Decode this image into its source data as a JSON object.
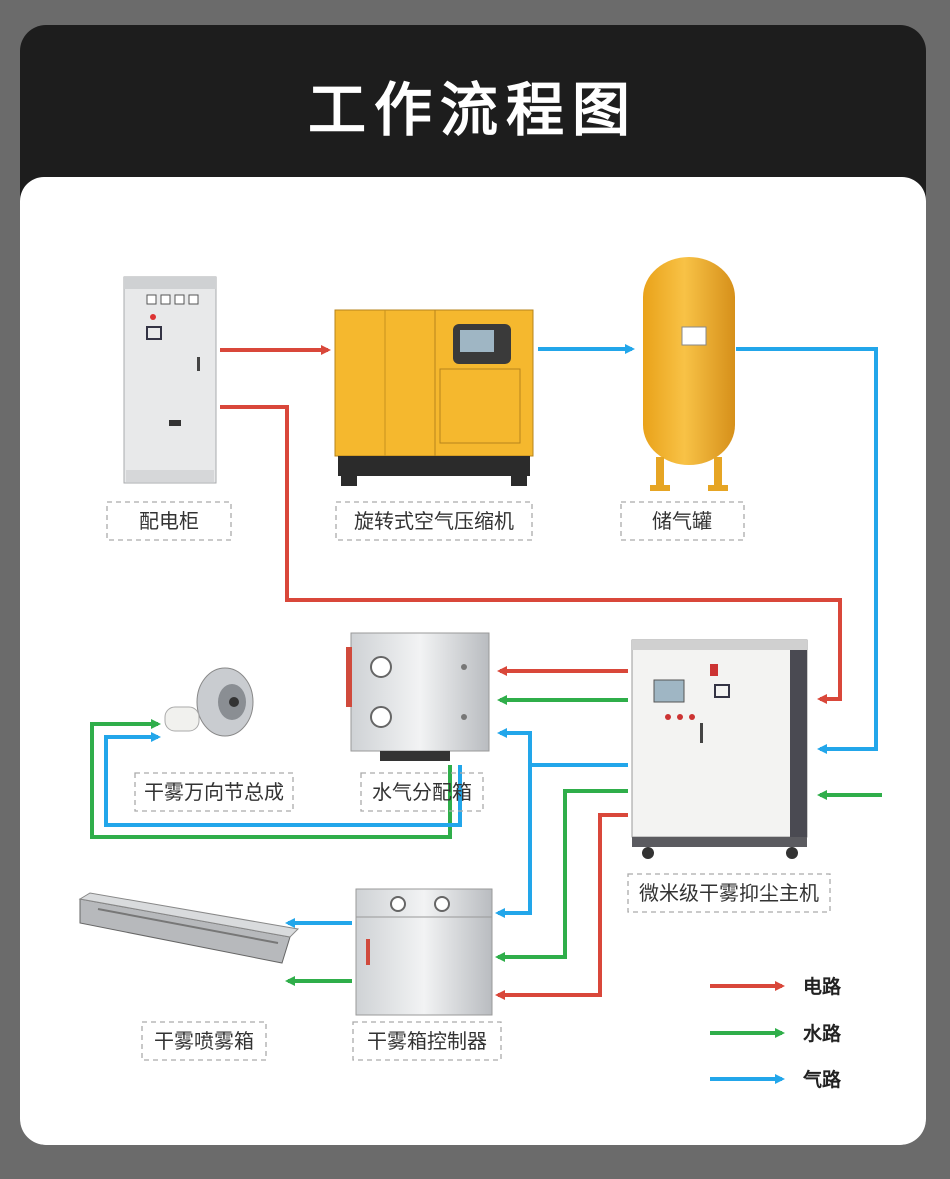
{
  "header": {
    "title": "工作流程图"
  },
  "colors": {
    "electric": "#d9473a",
    "water": "#2fae4a",
    "air": "#22a6ea",
    "equipment_yellow": "#f5b82e"
  },
  "equipment": {
    "cabinet": "配电柜",
    "compressor": "旋转式空气压缩机",
    "tank": "储气罐",
    "main_unit": "微米级干雾抑尘主机",
    "water_air_box": "水气分配箱",
    "nozzle_assembly": "干雾万向节总成",
    "controller": "干雾箱控制器",
    "spray_box": "干雾喷雾箱"
  },
  "legend": {
    "electric": "电路",
    "water": "水路",
    "air": "气路"
  }
}
